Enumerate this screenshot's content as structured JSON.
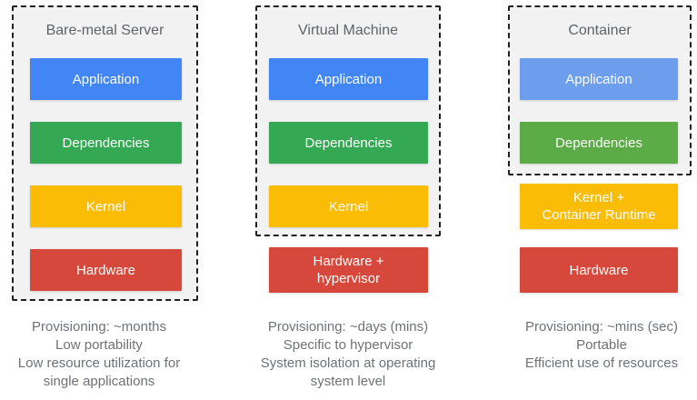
{
  "colors": {
    "blue": "#4285f4",
    "blue_light": "#6d9eee",
    "green": "#34a853",
    "green_light": "#5bab46",
    "yellow": "#fbbc05",
    "red": "#d6483b",
    "panel_background": "#f2f2f2",
    "dashed_border": "#1f1f1f",
    "title_text": "#5f6368",
    "note_text": "#6e7276",
    "layer_text": "#ffffff"
  },
  "diagram": {
    "columns": [
      {
        "title": "Bare-metal Server",
        "layers": [
          {
            "label": "Application",
            "lines": [
              "Application"
            ],
            "color": "#4285f4",
            "inside_dashed_box": true
          },
          {
            "label": "Dependencies",
            "lines": [
              "Dependencies"
            ],
            "color": "#34a853",
            "inside_dashed_box": true
          },
          {
            "label": "Kernel",
            "lines": [
              "Kernel"
            ],
            "color": "#fbbc05",
            "inside_dashed_box": true
          },
          {
            "label": "Hardware",
            "lines": [
              "Hardware"
            ],
            "color": "#d6483b",
            "inside_dashed_box": true
          }
        ],
        "notes": [
          "Provisioning: ~months",
          "Low portability",
          "Low resource utilization for single applications"
        ]
      },
      {
        "title": "Virtual Machine",
        "layers": [
          {
            "label": "Application",
            "lines": [
              "Application"
            ],
            "color": "#4285f4",
            "inside_dashed_box": true
          },
          {
            "label": "Dependencies",
            "lines": [
              "Dependencies"
            ],
            "color": "#34a853",
            "inside_dashed_box": true
          },
          {
            "label": "Kernel",
            "lines": [
              "Kernel"
            ],
            "color": "#fbbc05",
            "inside_dashed_box": true
          },
          {
            "label": "Hardware + hypervisor",
            "lines": [
              "Hardware +",
              "hypervisor"
            ],
            "color": "#d6483b",
            "inside_dashed_box": false
          }
        ],
        "notes": [
          "Provisioning: ~days (mins)",
          "Specific to hypervisor",
          "System isolation at operating system level"
        ]
      },
      {
        "title": "Container",
        "layers": [
          {
            "label": "Application",
            "lines": [
              "Application"
            ],
            "color": "#6d9eee",
            "inside_dashed_box": true
          },
          {
            "label": "Dependencies",
            "lines": [
              "Dependencies"
            ],
            "color": "#5bab46",
            "inside_dashed_box": true
          },
          {
            "label": "Kernel + Container Runtime",
            "lines": [
              "Kernel +",
              "Container Runtime"
            ],
            "color": "#fbbc05",
            "inside_dashed_box": false
          },
          {
            "label": "Hardware",
            "lines": [
              "Hardware"
            ],
            "color": "#d6483b",
            "inside_dashed_box": false
          }
        ],
        "notes": [
          "Provisioning: ~mins (sec)",
          "Portable",
          "Efficient use of resources"
        ]
      }
    ]
  }
}
